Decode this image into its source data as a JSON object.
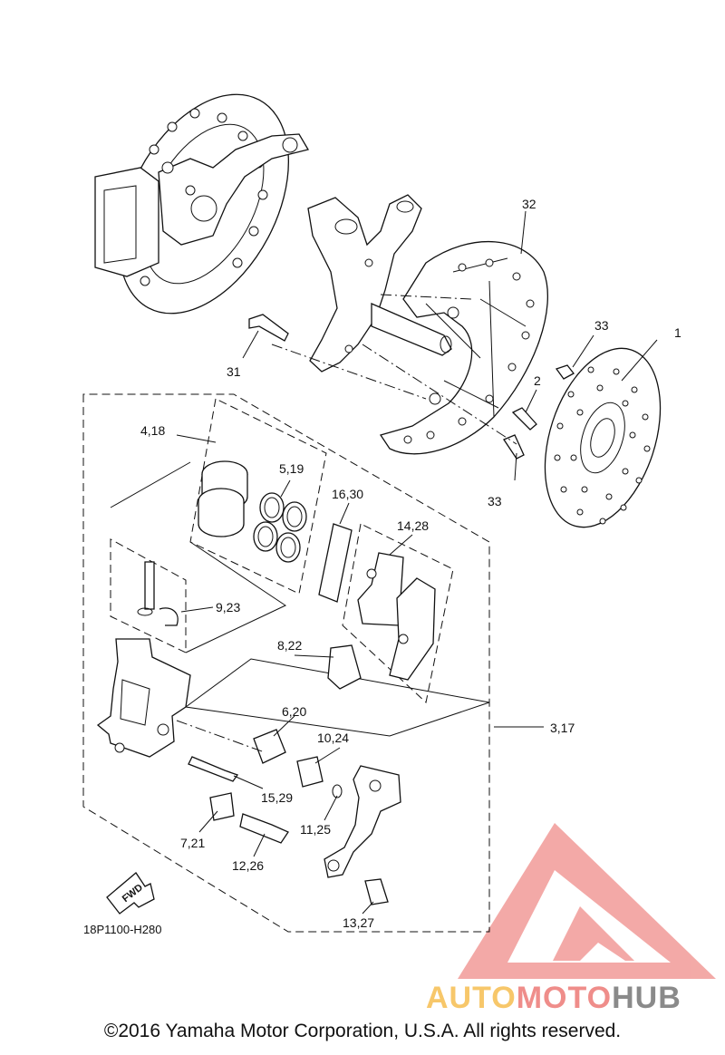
{
  "diagram": {
    "callouts": [
      "1",
      "2",
      "31",
      "32",
      "33",
      "33",
      "4,18",
      "5,19",
      "16,30",
      "14,28",
      "9,23",
      "8,22",
      "6,20",
      "10,24",
      "3,17",
      "15,29",
      "11,25",
      "7,21",
      "12,26",
      "13,27"
    ],
    "fwd_label": "FWD",
    "drawing_code": "18P1100-H280"
  },
  "watermark": {
    "part1": "AUTO",
    "part2": "MOTO",
    "part3": "HUB",
    "colors": {
      "triangle": "#f19b98",
      "auto": "#f7c76a",
      "moto": "#ef8d8a",
      "hub": "#8a8a8a"
    }
  },
  "footer": {
    "copyright": "©2016 Yamaha Motor Corporation, U.S.A. All rights reserved."
  }
}
